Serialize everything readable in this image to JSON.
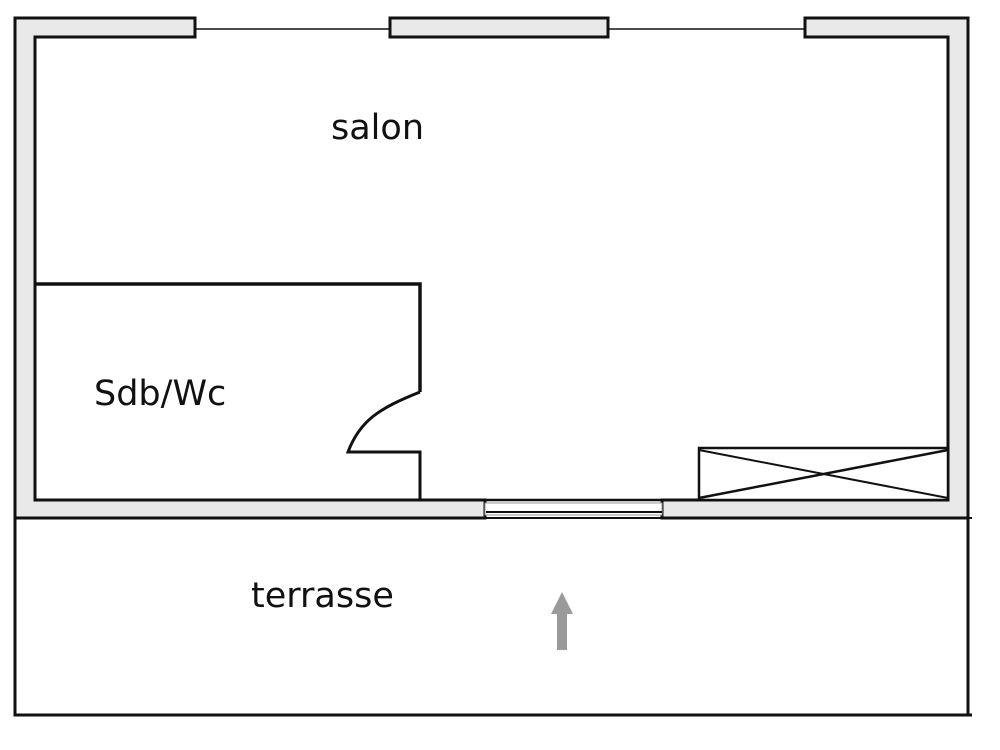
{
  "rooms": {
    "living_room": "salon",
    "bathroom": "Sdb/Wc",
    "terrace": "terrasse"
  },
  "colors": {
    "wall_fill": "#e9e9e9",
    "line": "#111111",
    "arrow": "#9a9a9a"
  }
}
